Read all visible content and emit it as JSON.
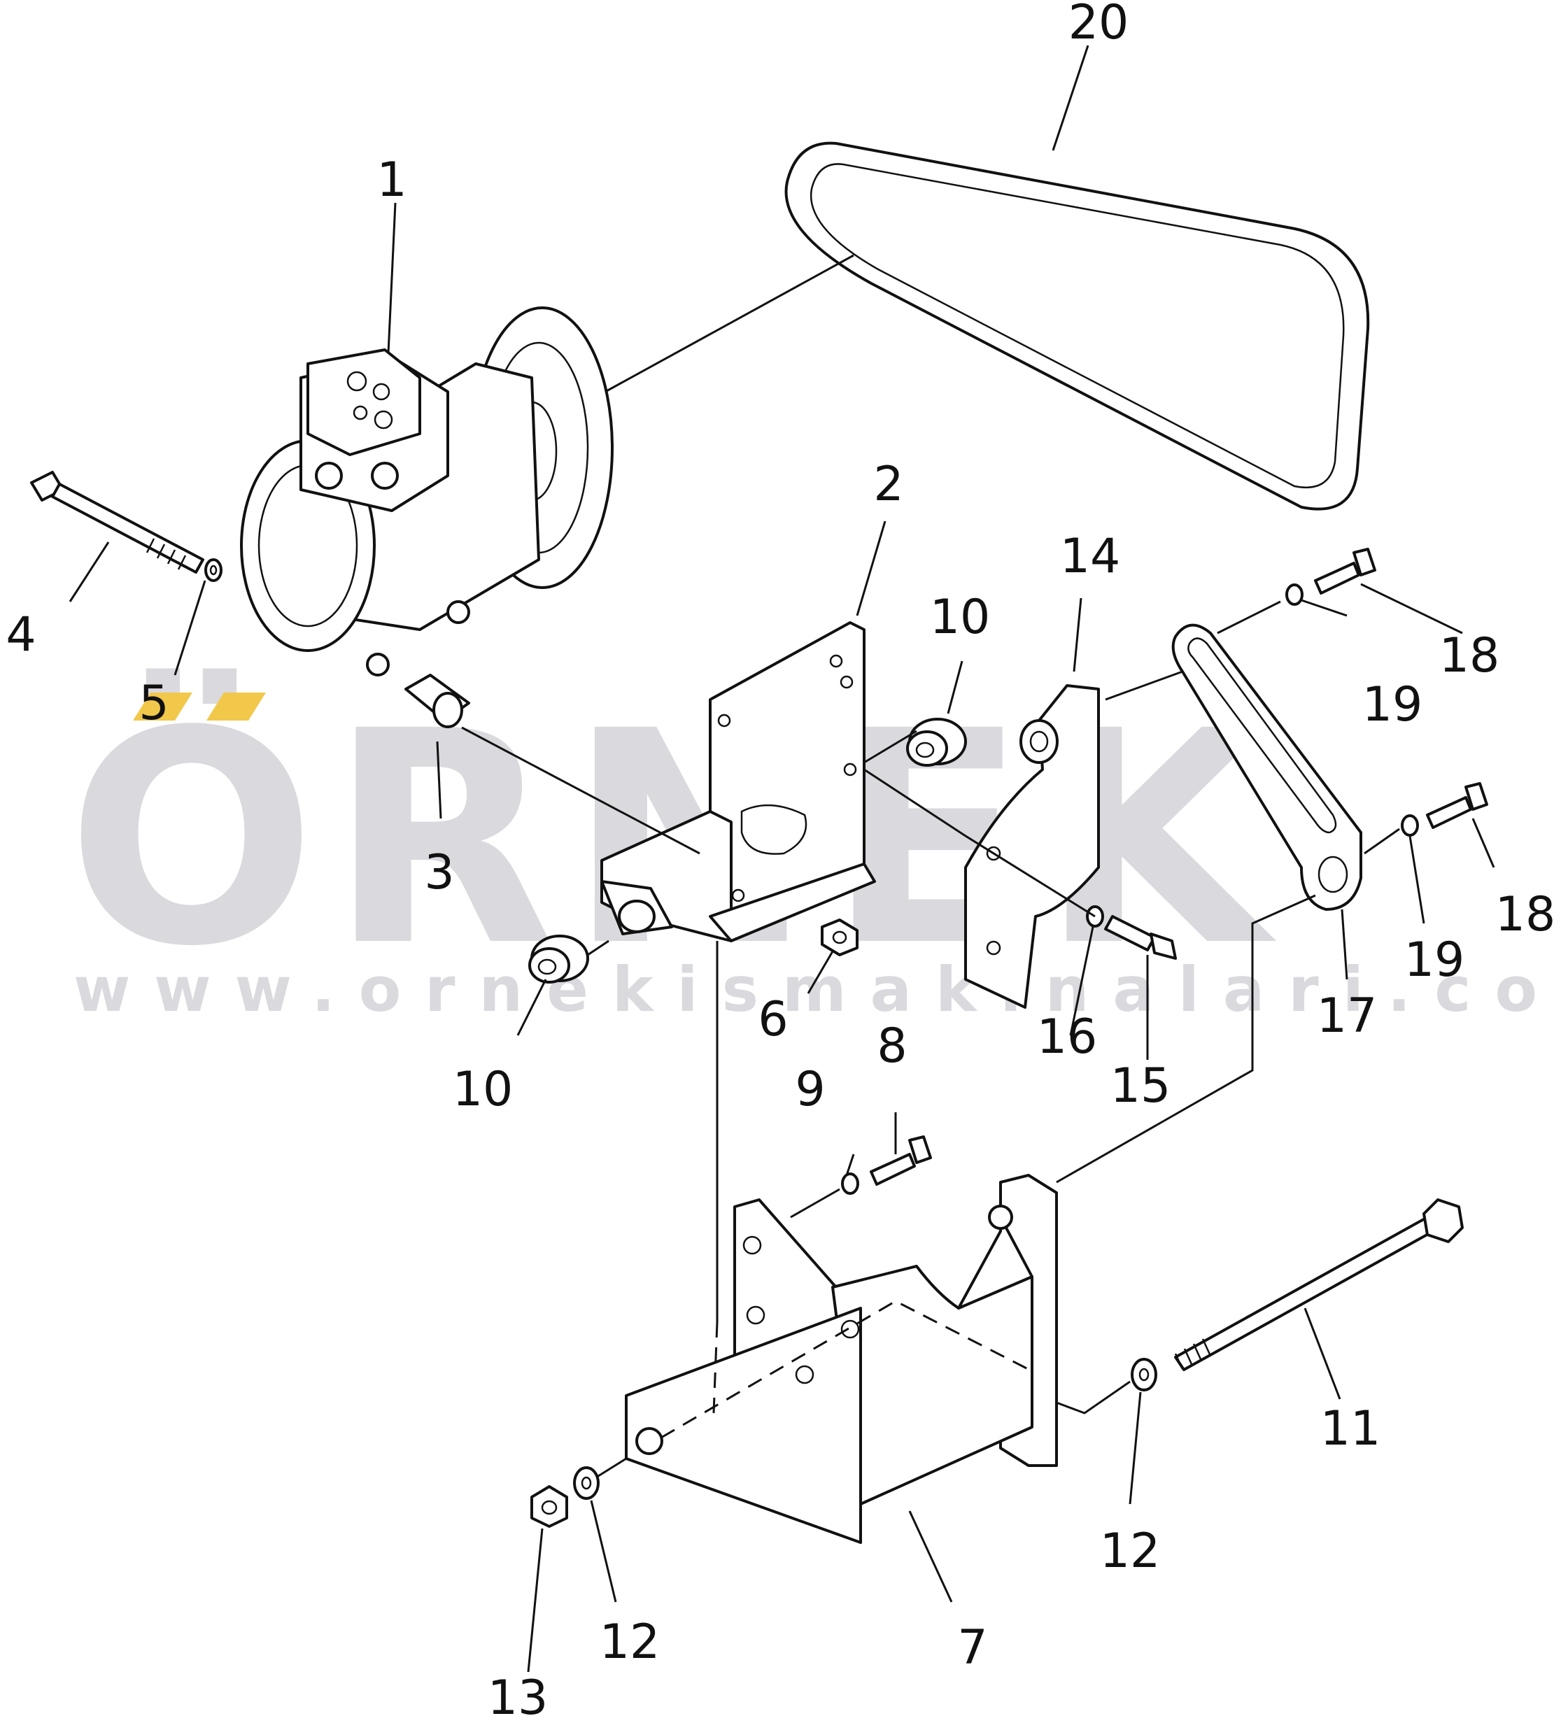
{
  "watermark": {
    "brand": "ÖRNEK",
    "url": "www.ornekismakinalari.com.tr",
    "color": "#d9d9de",
    "accent": "#f2c84b"
  },
  "callouts": {
    "c1": "1",
    "c2": "2",
    "c3": "3",
    "c4": "4",
    "c5": "5",
    "c6": "6",
    "c7": "7",
    "c8": "8",
    "c9": "9",
    "c10a": "10",
    "c10b": "10",
    "c11": "11",
    "c12a": "12",
    "c12b": "12",
    "c13": "13",
    "c14": "14",
    "c15": "15",
    "c16": "16",
    "c17": "17",
    "c18a": "18",
    "c18b": "18",
    "c19a": "19",
    "c19b": "19",
    "c20": "20"
  }
}
